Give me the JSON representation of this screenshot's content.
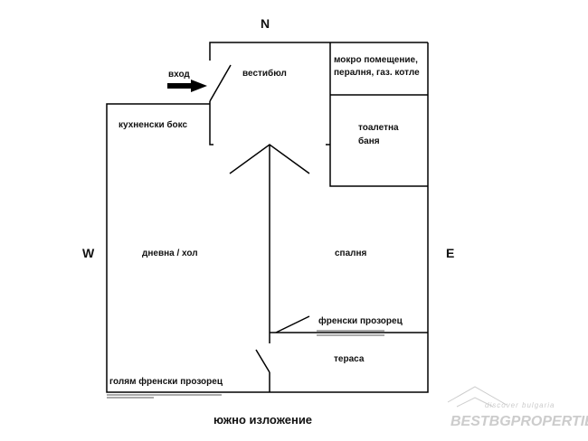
{
  "compass": {
    "north": "N",
    "west": "W",
    "east": "E"
  },
  "rooms": {
    "entrance": "вход",
    "vestibule": "вестибюл",
    "wet_room_line1": "мокро помещение,",
    "wet_room_line2": "пералня, газ. котле",
    "kitchen": "кухненски бокс",
    "toilet_line1": "тоалетна",
    "toilet_line2": "баня",
    "living": "дневна / хол",
    "bedroom": "спалня",
    "french_window": "френски прозорец",
    "terrace": "тераса",
    "large_french_window": "голям френски прозорец"
  },
  "orientation": "южно изложение",
  "watermark": {
    "tagline": "discover bulgaria",
    "brand": "BESTBGPROPERTIES"
  }
}
